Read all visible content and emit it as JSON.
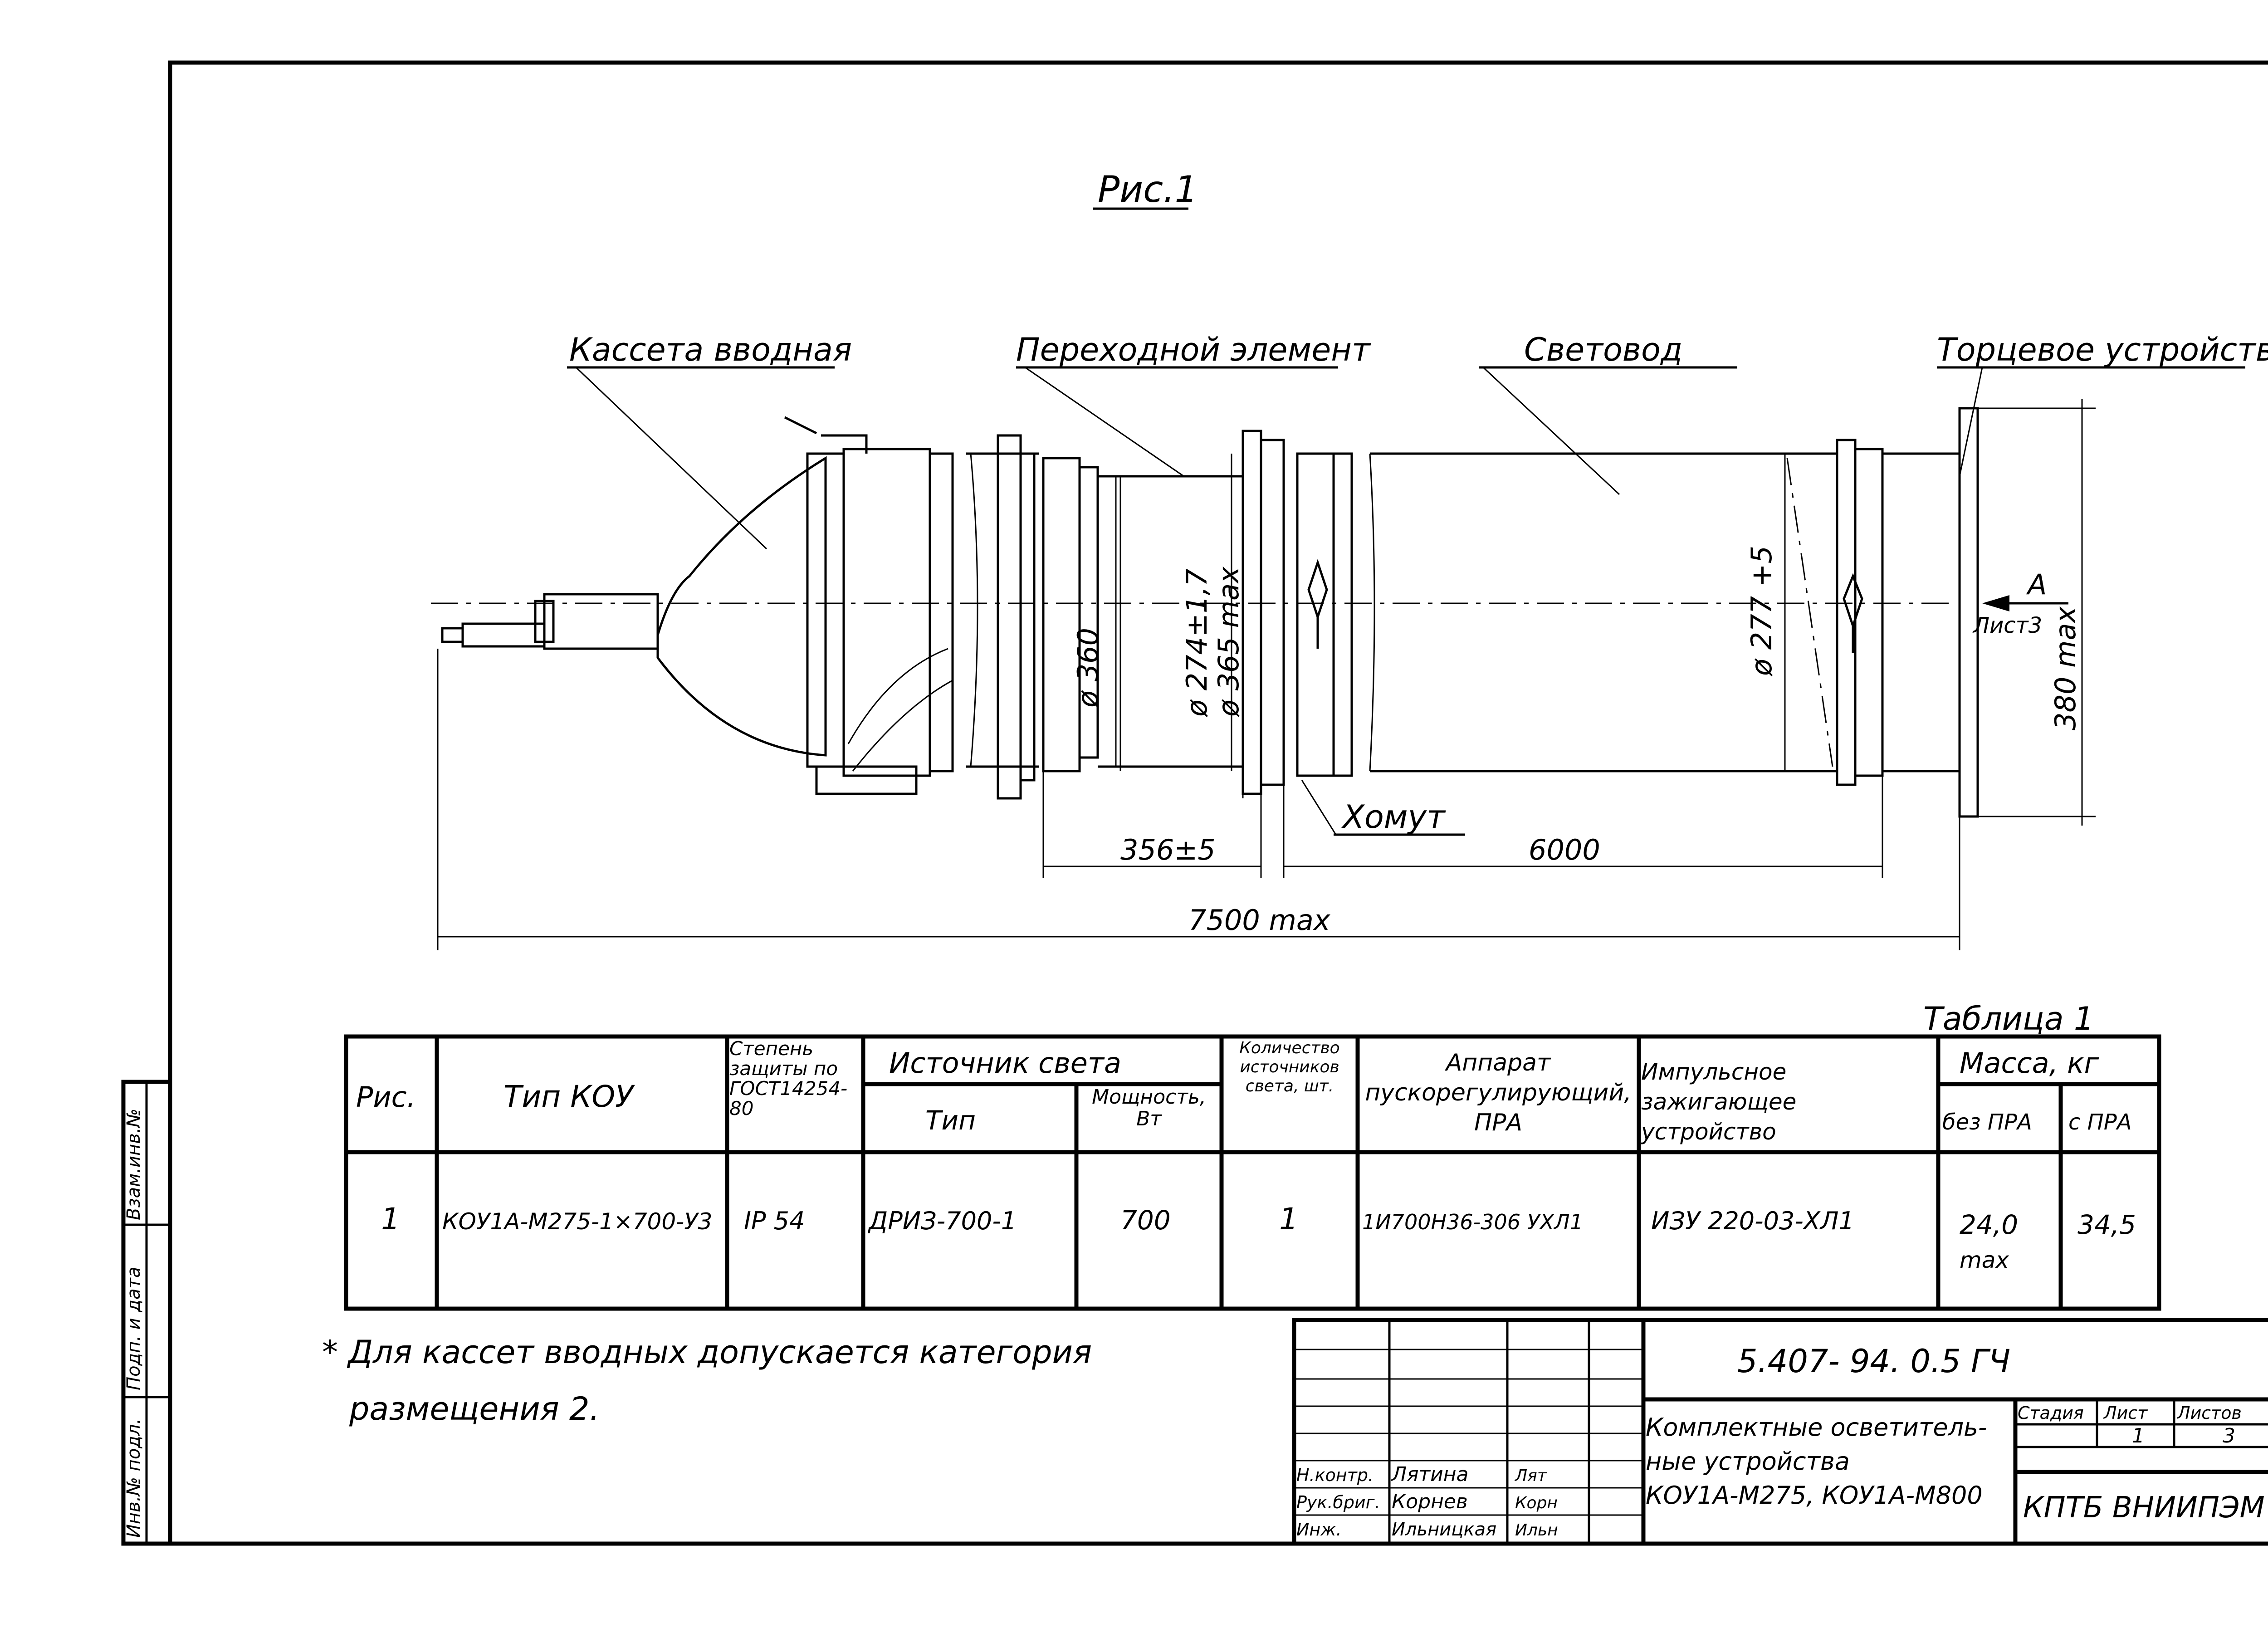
{
  "figure": {
    "title": "Рис.1",
    "labels": {
      "cassette": "Кассета вводная",
      "transition": "Переходной элемент",
      "lightguide": "Световод",
      "end_device": "Торцевое устройство",
      "clamp": "Хомут"
    },
    "dimensions": {
      "d360": "ø 360",
      "d274": "ø 274±1,7",
      "d365": "ø 365 max",
      "d277": "ø 277 +5",
      "h380": "380 max",
      "len356": "356±5",
      "len6000": "6000",
      "len7500": "7500 max"
    },
    "view_arrow": "А",
    "view_sheet": "Лист3"
  },
  "table": {
    "caption": "Таблица 1",
    "headers": {
      "fig": "Рис.",
      "type": "Тип КОУ",
      "protection": "Степень защиты по ГОСТ14254-80",
      "source": "Источник света",
      "source_type": "Тип",
      "source_power": "Мощность, Вт",
      "count": "Количество источников света, шт.",
      "apparatus": "Аппарат пускорегулирующий, ПРА",
      "ignition": "Импульсное зажигающее устройство",
      "mass": "Масса, кг",
      "mass_without": "без ПРА",
      "mass_with": "с ПРА"
    },
    "row": {
      "fig": "1",
      "type": "КОУ1А-М275-1×700-У3",
      "protection": "IP 54",
      "source_type": "ДРИЗ-700-1",
      "source_power": "700",
      "count": "1",
      "apparatus": "1И700Н36-306 УХЛ1",
      "ignition": "ИЗУ 220-03-ХЛ1",
      "mass_without": "24,0",
      "mass_without_note": "max",
      "mass_with": "34,5"
    }
  },
  "note": {
    "line1": "* Для кассет вводных допускается категория",
    "line2": "размещения 2."
  },
  "side_stamp": {
    "inv_orig": "Инв.№ подл.",
    "sign_date": "Подп. и дата",
    "replace_inv": "Взам.инв.№"
  },
  "title_block": {
    "doc_code": "5.407- 94. 0.5 ГЧ",
    "description_1": "Комплектные осветитель-",
    "description_2": "ные устройства",
    "description_3": "КОУ1А-М275, КОУ1А-М800",
    "stage_label": "Стадия",
    "sheet_label": "Лист",
    "sheets_label": "Листов",
    "sheet_value": "1",
    "sheets_value": "3",
    "organization": "КПТБ ВНИИПЭМ",
    "roles": [
      {
        "role": "Н.контр.",
        "name": "Лятина",
        "sign": "Лят"
      },
      {
        "role": "Рук.бриг.",
        "name": "Корнев",
        "sign": "Корн"
      },
      {
        "role": "Инж.",
        "name": "Ильницкая",
        "sign": "Ильн"
      }
    ]
  }
}
